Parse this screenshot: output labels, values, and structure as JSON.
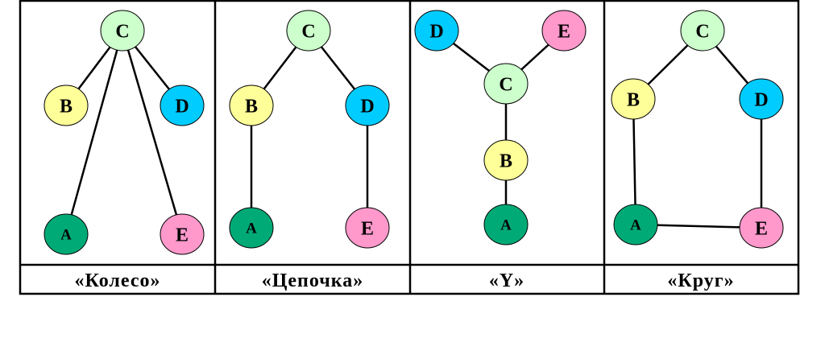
{
  "colors": {
    "C": "#ccffcc",
    "B": "#ffff99",
    "D": "#00ccff",
    "A": "#00aa77",
    "E": "#ff99cc",
    "stroke": "#000000",
    "background": "#ffffff"
  },
  "panels": [
    {
      "caption": "«Колесо»",
      "nodes": [
        "C",
        "B",
        "D",
        "A",
        "E"
      ],
      "edges": [
        [
          "C",
          "B"
        ],
        [
          "C",
          "D"
        ],
        [
          "C",
          "A"
        ],
        [
          "C",
          "E"
        ]
      ]
    },
    {
      "caption": "«Цепочка»",
      "nodes": [
        "C",
        "B",
        "D",
        "A",
        "E"
      ],
      "edges": [
        [
          "C",
          "B"
        ],
        [
          "C",
          "D"
        ],
        [
          "B",
          "A"
        ],
        [
          "D",
          "E"
        ]
      ]
    },
    {
      "caption": "«Y»",
      "nodes": [
        "D",
        "E",
        "C",
        "B",
        "A"
      ],
      "edges": [
        [
          "D",
          "C"
        ],
        [
          "E",
          "C"
        ],
        [
          "C",
          "B"
        ],
        [
          "B",
          "A"
        ]
      ]
    },
    {
      "caption": "«Круг»",
      "nodes": [
        "C",
        "B",
        "D",
        "A",
        "E"
      ],
      "edges": [
        [
          "C",
          "B"
        ],
        [
          "C",
          "D"
        ],
        [
          "B",
          "A"
        ],
        [
          "D",
          "E"
        ],
        [
          "A",
          "E"
        ]
      ]
    }
  ]
}
